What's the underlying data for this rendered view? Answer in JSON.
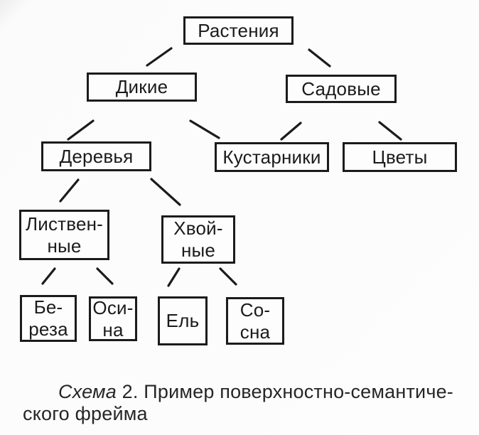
{
  "colors": {
    "ink": "#1b1b1b",
    "background": "#fdfdfd"
  },
  "tree": {
    "nodes": {
      "rasteniya": {
        "label": "Растения"
      },
      "dikie": {
        "label": "Дикие"
      },
      "sadovye": {
        "label": "Садовые"
      },
      "derevya": {
        "label": "Деревья"
      },
      "kustarniki": {
        "label": "Кустарники"
      },
      "tsvety": {
        "label": "Цветы"
      },
      "listvennye": {
        "label": "Листвен-\nные"
      },
      "khvoynye": {
        "label": "Хвой-\nные"
      },
      "bereza": {
        "label": "Бе-\nреза"
      },
      "osina": {
        "label": "Оси-\nна"
      },
      "el": {
        "label": "Ель"
      },
      "sosna": {
        "label": "Со-\nсна"
      }
    },
    "edges": [
      {
        "from": "rasteniya",
        "to": "dikie"
      },
      {
        "from": "rasteniya",
        "to": "sadovye"
      },
      {
        "from": "dikie",
        "to": "derevya"
      },
      {
        "from": "dikie",
        "to": "kustarniki"
      },
      {
        "from": "sadovye",
        "to": "kustarniki"
      },
      {
        "from": "sadovye",
        "to": "tsvety"
      },
      {
        "from": "derevya",
        "to": "listvennye"
      },
      {
        "from": "derevya",
        "to": "khvoynye"
      },
      {
        "from": "listvennye",
        "to": "bereza"
      },
      {
        "from": "listvennye",
        "to": "osina"
      },
      {
        "from": "khvoynye",
        "to": "el"
      },
      {
        "from": "khvoynye",
        "to": "sosna"
      }
    ]
  },
  "caption": {
    "schema_italic": "Схема",
    "line1_rest": " 2. Пример поверхностно-семантиче-",
    "line2": "ского фрейма"
  }
}
